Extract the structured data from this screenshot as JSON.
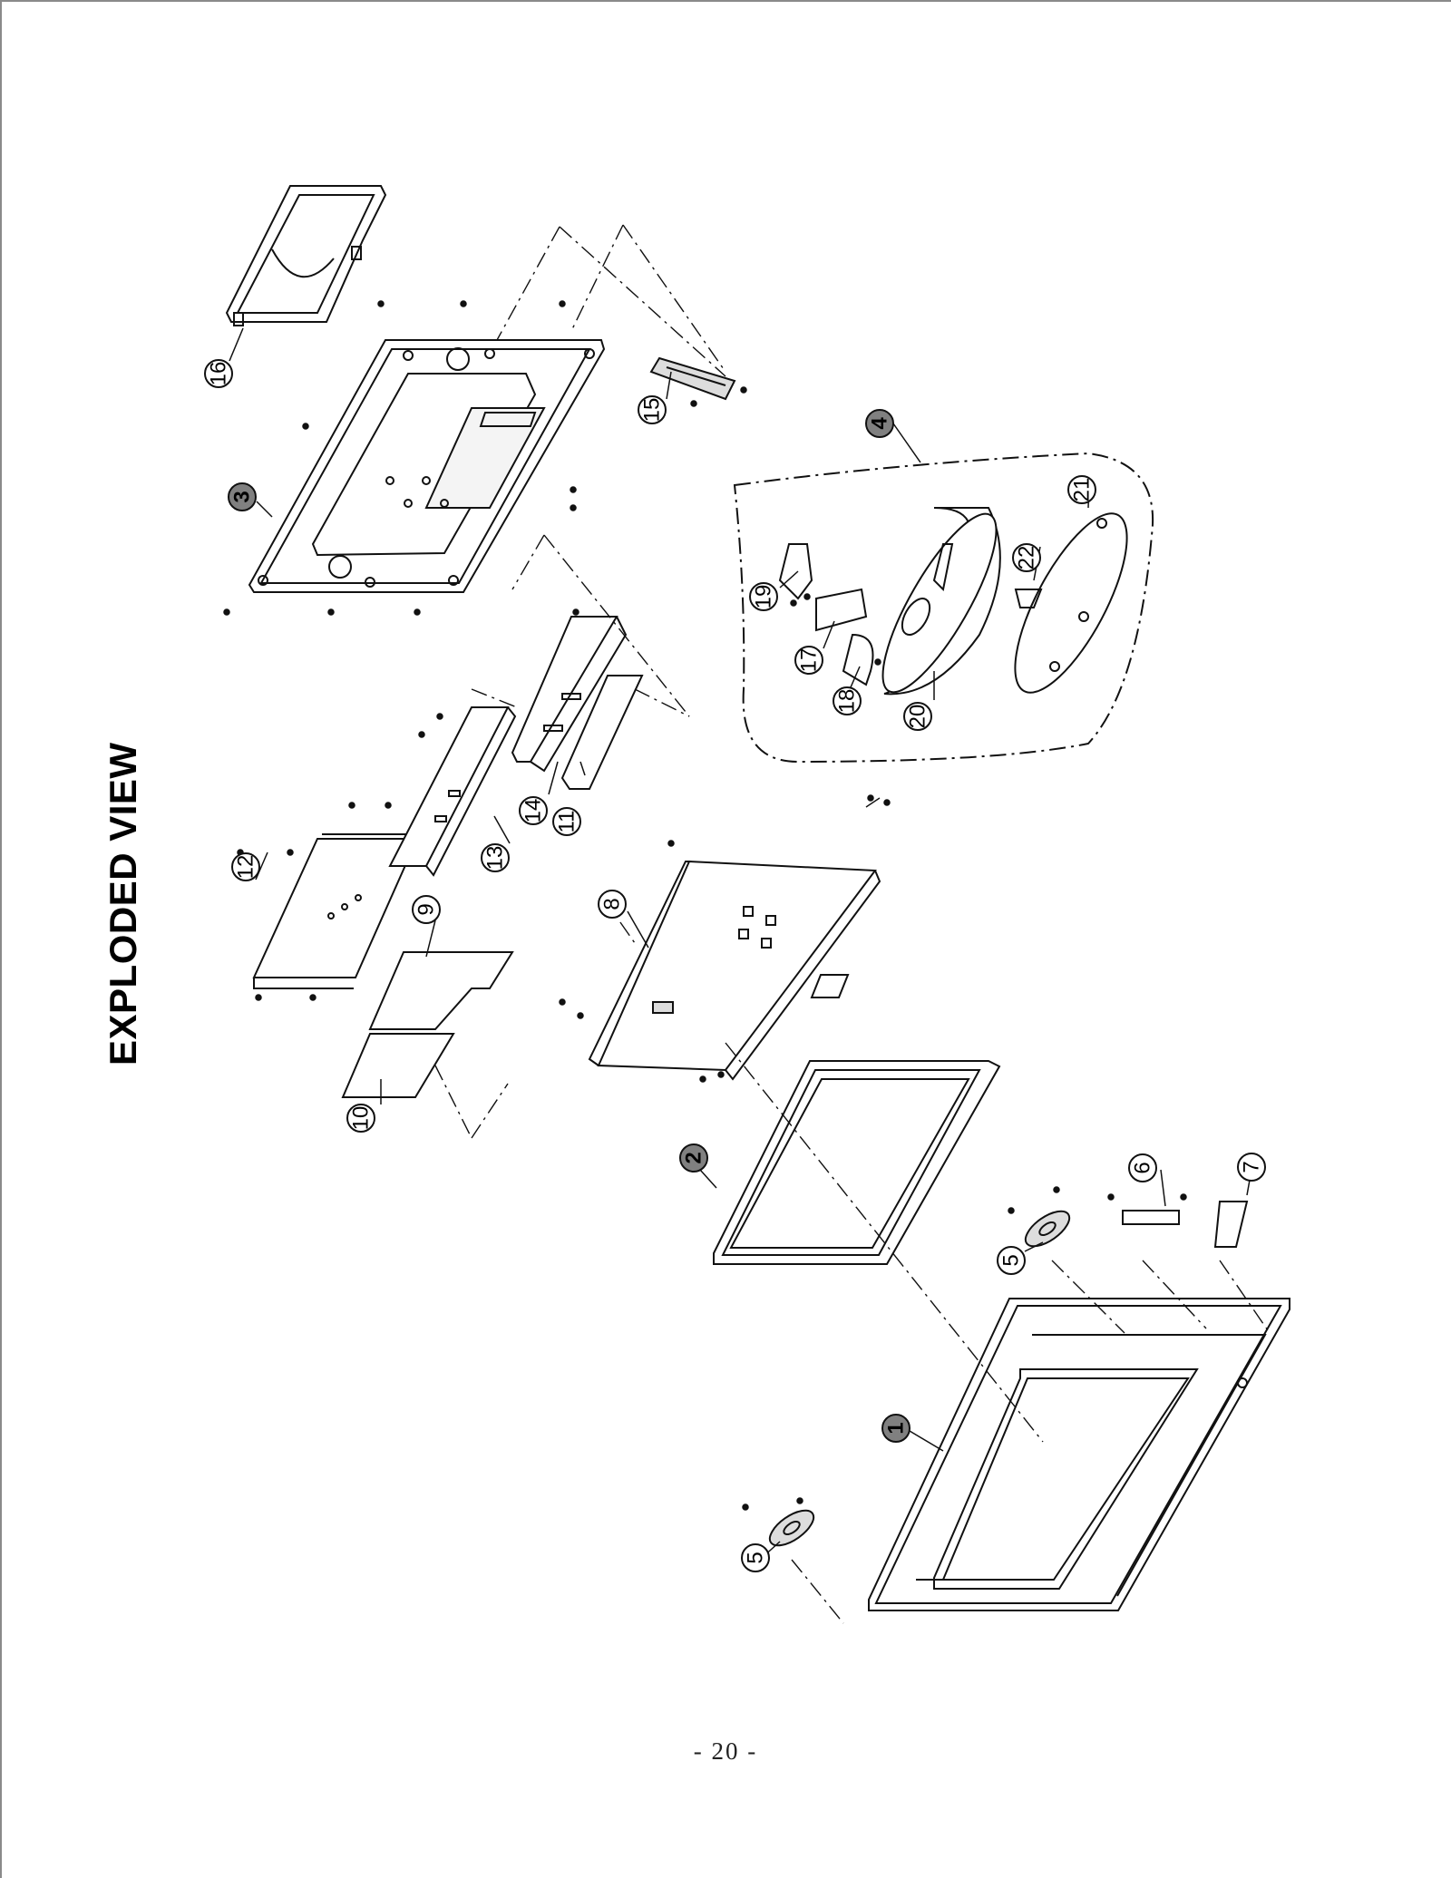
{
  "title": "EXPLODED VIEW",
  "page_number": "- 20 -",
  "callouts": [
    {
      "label": "1",
      "filled": true
    },
    {
      "label": "2",
      "filled": true
    },
    {
      "label": "3",
      "filled": true
    },
    {
      "label": "4",
      "filled": true
    },
    {
      "label": "5",
      "filled": false
    },
    {
      "label": "5",
      "filled": false
    },
    {
      "label": "6",
      "filled": false
    },
    {
      "label": "7",
      "filled": false
    },
    {
      "label": "8",
      "filled": false
    },
    {
      "label": "9",
      "filled": false
    },
    {
      "label": "10",
      "filled": false
    },
    {
      "label": "11",
      "filled": false
    },
    {
      "label": "12",
      "filled": false
    },
    {
      "label": "13",
      "filled": false
    },
    {
      "label": "14",
      "filled": false
    },
    {
      "label": "15",
      "filled": false
    },
    {
      "label": "16",
      "filled": false
    },
    {
      "label": "17",
      "filled": false
    },
    {
      "label": "18",
      "filled": false
    },
    {
      "label": "19",
      "filled": false
    },
    {
      "label": "20",
      "filled": false
    },
    {
      "label": "21",
      "filled": false
    },
    {
      "label": "22",
      "filled": false
    }
  ]
}
